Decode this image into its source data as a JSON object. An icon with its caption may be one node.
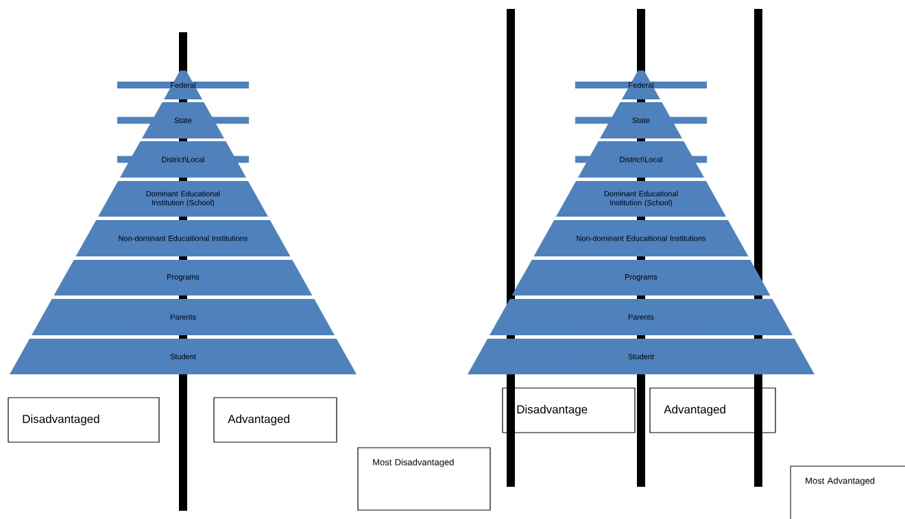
{
  "diagram": {
    "nodes": [
      {
        "text": [
          "Federal"
        ]
      },
      {
        "text": [
          "State"
        ]
      },
      {
        "text": [
          "District\\Local"
        ]
      },
      {
        "text": [
          "Dominant Educational Institution (School)"
        ]
      },
      {
        "text": [
          "Non-dominant Educaitional Institutions"
        ]
      },
      {
        "text": [
          "Programs"
        ]
      },
      {
        "text": [
          "Parents"
        ]
      },
      {
        "text": [
          "Student"
        ]
      },
      {
        "text": [
          "Federal"
        ]
      },
      {
        "text": [
          "State"
        ]
      },
      {
        "text": [
          "District\\Local"
        ]
      },
      {
        "text": [
          "Dominant Educational Institution (School)"
        ]
      },
      {
        "text": [
          "Non-dominant Educaitional Institutions"
        ]
      },
      {
        "text": [
          "Programs"
        ]
      },
      {
        "text": [
          "Parents"
        ]
      },
      {
        "text": [
          "Student"
        ]
      },
      {
        "text": [
          "Disadvantaged"
        ]
      },
      {
        "text": [
          "Advantaged"
        ]
      },
      {
        "text": [
          "Disadvantage"
        ]
      },
      {
        "text": [
          "Advantaged"
        ]
      },
      {
        "text": [
          "Most Disadvantaged"
        ]
      },
      {
        "text": [
          "Most Advantaged"
        ]
      }
    ]
  }
}
